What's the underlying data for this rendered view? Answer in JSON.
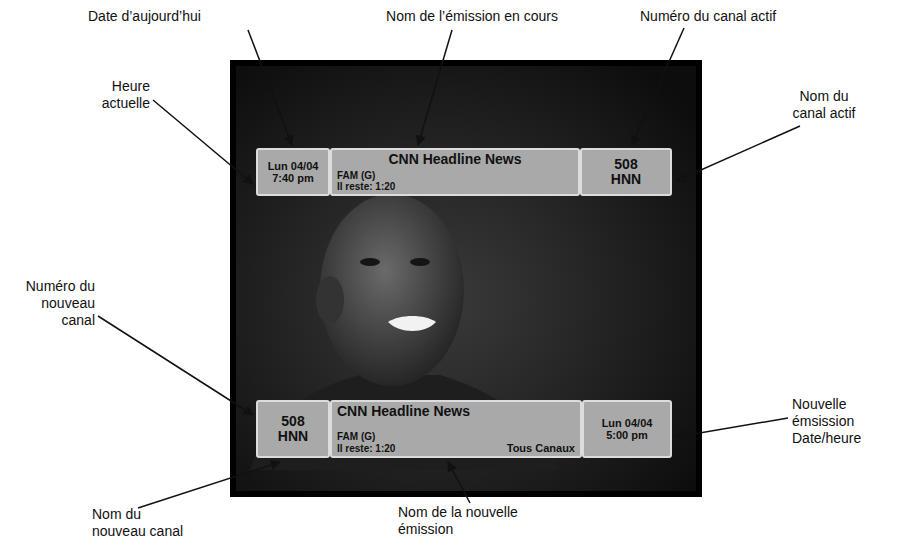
{
  "diagram": {
    "nodes": [
      {
        "text": [
          "Lun 04/04",
          "7:40 pm"
        ]
      },
      {
        "text": [
          "CNN Headline News",
          "FAM (G)",
          "Il reste: 1:20"
        ]
      },
      {
        "text": [
          "508",
          "HNN"
        ]
      },
      {
        "text": [
          "508",
          "HNN"
        ]
      },
      {
        "text": [
          "CNN Headline News",
          "FAM (G)",
          "Il reste: 1:20",
          "Tous Canaux"
        ]
      },
      {
        "text": [
          "Lun 04/04",
          "5:00 pm"
        ]
      }
    ],
    "labels": [
      "Date d’aujourd’hui",
      "Nom de l’émission en cours",
      "Numéro du canal actif",
      "Heure actuelle",
      "Nom du canal actif",
      "Numéro du nouveau canal",
      "Nouvelle émsission Date/heure",
      "Nom du nouveau canal",
      "Nom de la nouvelle émission"
    ]
  }
}
